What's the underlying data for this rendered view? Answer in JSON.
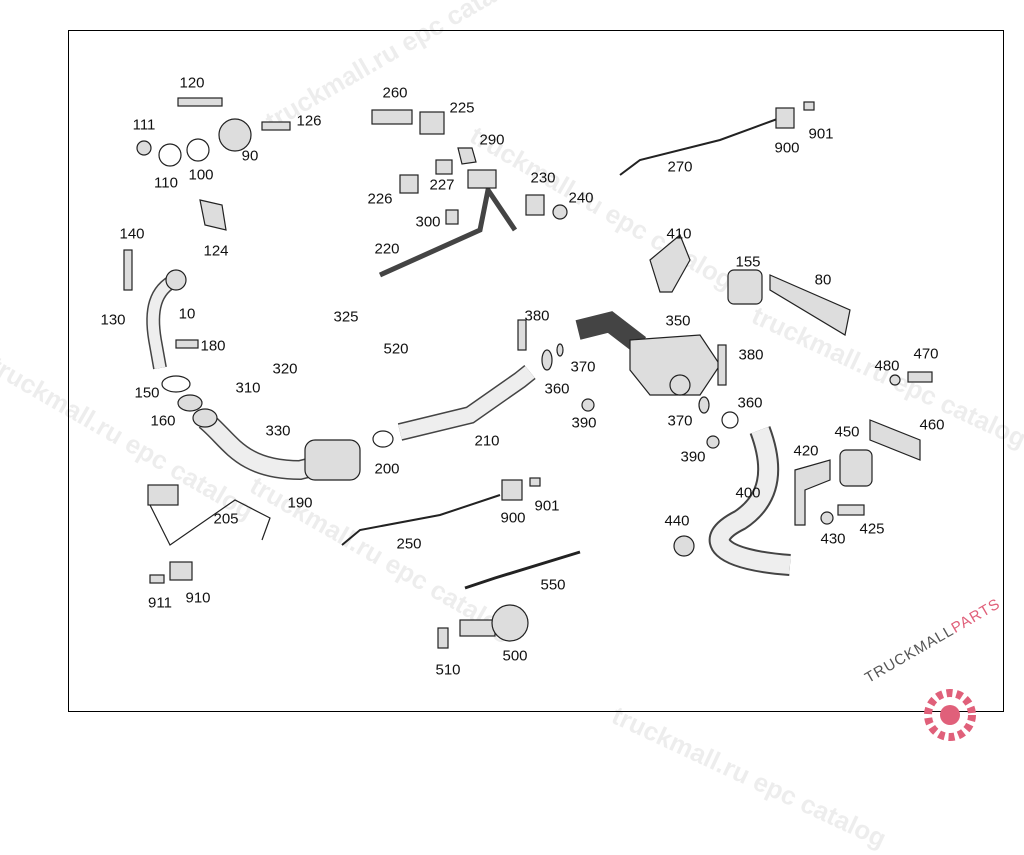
{
  "watermark": {
    "text": "truckmall.ru epc catalog"
  },
  "logo": {
    "part1": "TRUCKMALL",
    "part2": "PARTS",
    "accent_color": "#e0607a"
  },
  "parts": {
    "labels": [
      "120",
      "111",
      "126",
      "90",
      "110",
      "100",
      "124",
      "260",
      "225",
      "290",
      "227",
      "226",
      "300",
      "230",
      "240",
      "220",
      "900",
      "901",
      "270",
      "410",
      "155",
      "80",
      "140",
      "130",
      "10",
      "180",
      "150",
      "160",
      "325",
      "520",
      "320",
      "310",
      "330",
      "380",
      "370",
      "360",
      "390",
      "350",
      "380",
      "360",
      "370",
      "390",
      "480",
      "470",
      "460",
      "450",
      "420",
      "400",
      "200",
      "210",
      "190",
      "205",
      "900",
      "901",
      "250",
      "440",
      "430",
      "425",
      "550",
      "911",
      "910",
      "500",
      "510"
    ]
  }
}
